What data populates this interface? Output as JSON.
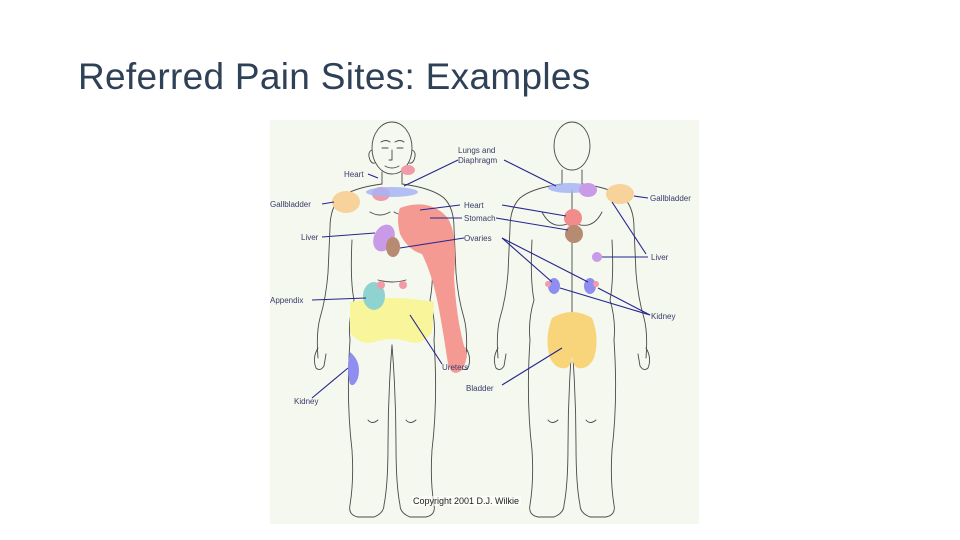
{
  "slide": {
    "title": "Referred Pain Sites: Examples"
  },
  "figure": {
    "labels": {
      "lungs_line1": "Lungs and",
      "lungs_line2": "Diaphragm",
      "heart_front": "Heart",
      "gallbladder_front": "Gallbladder",
      "liver_front": "Liver",
      "appendix": "Appendix",
      "kidney_front": "Kidney",
      "heart_mid": "Heart",
      "stomach": "Stomach",
      "ovaries": "Ovaries",
      "ureters": "Ureters",
      "bladder": "Bladder",
      "gallbladder_back": "Gallbladder",
      "liver_back": "Liver",
      "kidney_back": "Kidney"
    },
    "copyright": "Copyright 2001 D.J. Wilkie",
    "colors": {
      "background": "#f4f8ee",
      "leader": "#25258f",
      "heart": "#f09aaa",
      "lungs": "#a7b4f5",
      "gallbladder": "#f7d29a",
      "liver": "#c89ae8",
      "arm": "#f49a92",
      "stomach": "#f28c8c",
      "ovaries": "#b78a72",
      "appendix": "#8ed3d0",
      "abdomen": "#f8f59a",
      "kidney": "#8f8ef0",
      "buttocks": "#f8d47a"
    }
  }
}
